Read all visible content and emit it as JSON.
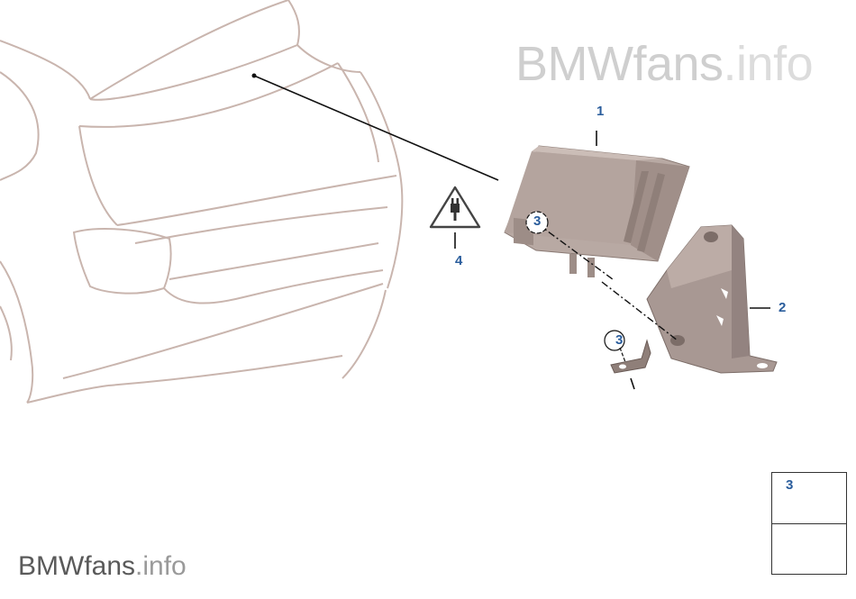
{
  "watermark": {
    "main": "BMWfans",
    "tld": ".info"
  },
  "callouts": {
    "part1": "1",
    "part2": "2",
    "part3a": "3",
    "part3b": "3",
    "part4": "4",
    "inset_part3": "3"
  },
  "colors": {
    "callout_blue": "#2a5d9c",
    "car_outline": "#c9b5ae",
    "module_body": "#b8a9a3",
    "bracket_body": "#a89893"
  },
  "icons": [
    "warning-triangle-plug-icon",
    "hex-nut-icon",
    "nav-arrow-icon"
  ]
}
